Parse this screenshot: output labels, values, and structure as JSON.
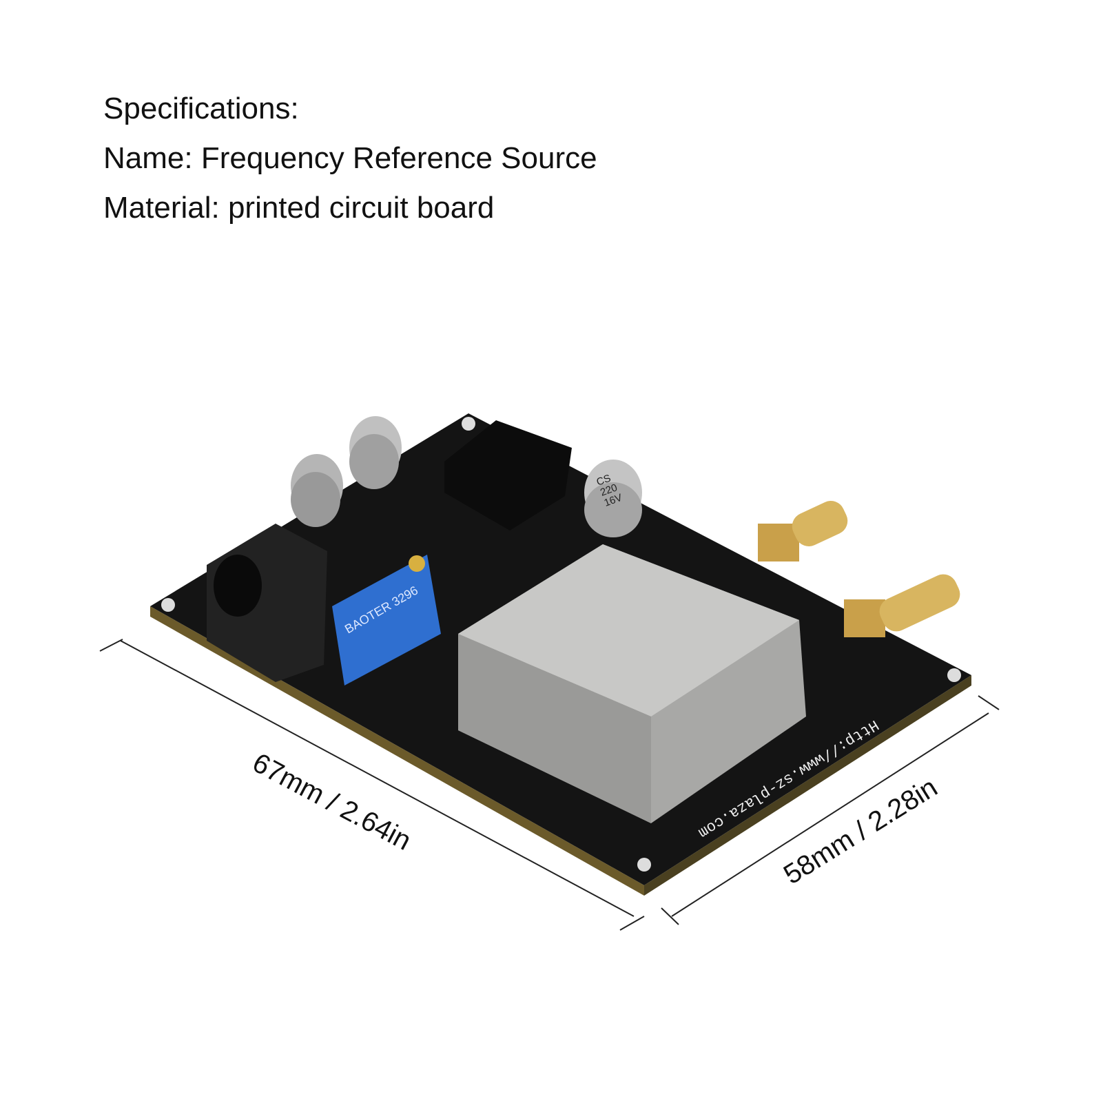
{
  "specs": {
    "heading": "Specifications:",
    "name": "Name: Frequency Reference Source",
    "material": "Material: printed circuit board"
  },
  "dimensions": {
    "length": "67mm / 2.64in",
    "width": "58mm / 2.28in"
  },
  "board": {
    "silkscreen_url": "Http://www.sz-plaza.com",
    "trimmer_brand": "BAOTER 3296",
    "capacitor_marking": "CS 220 16V"
  },
  "colors": {
    "pcb": "#141414",
    "metal_can": "#a8a8a6",
    "trimmer": "#2f6fd0",
    "sma_gold": "#c9a04a",
    "capacitor": "#b5b5b5"
  }
}
